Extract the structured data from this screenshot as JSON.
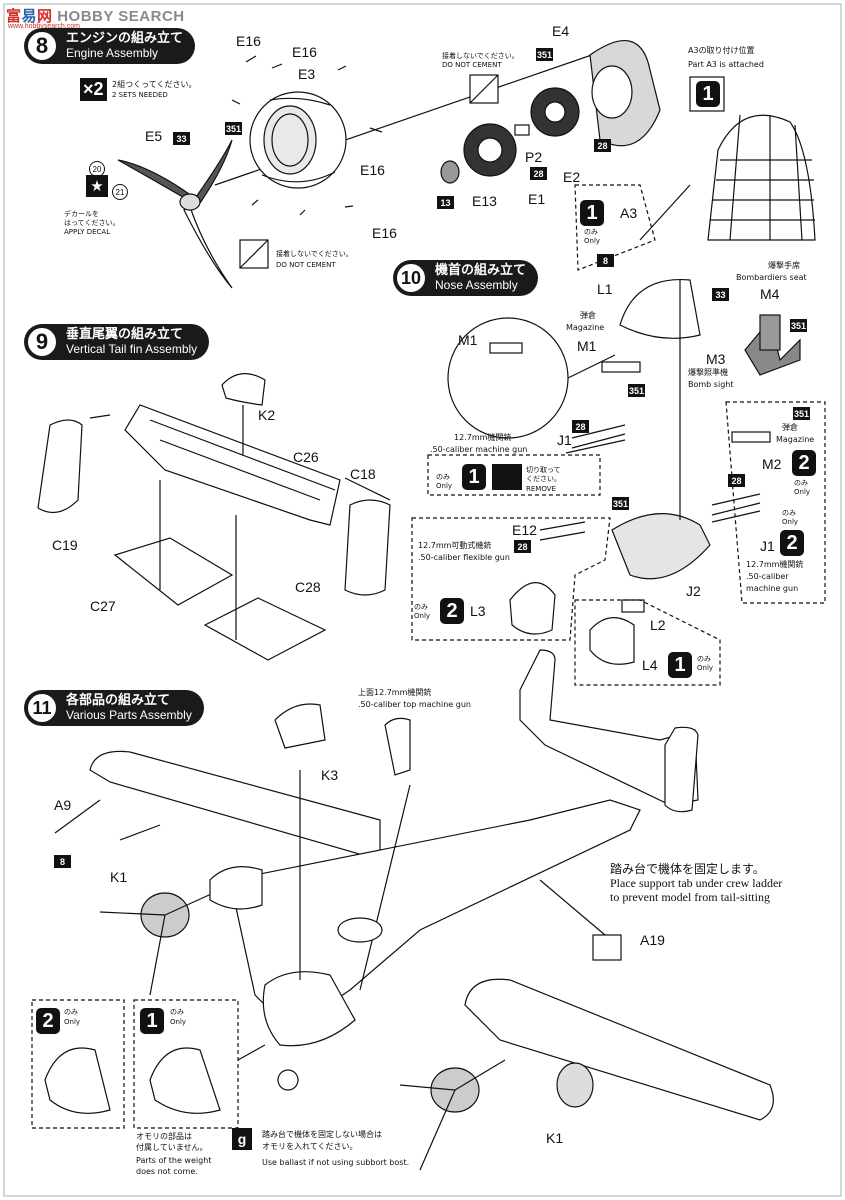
{
  "watermark": {
    "part1": "富",
    "part2": "易",
    "part3": "网",
    "part4": "HOBBY SEARCH",
    "sub": "www.hobbysearch.com"
  },
  "step8": {
    "num": "8",
    "title_jp": "エンジンの組み立て",
    "title_en": "Engine Assembly",
    "x2": "×2",
    "sets_jp": "2組つくってください。",
    "sets_en": "2 SETS NEEDED",
    "decal_jp1": "デカールを",
    "decal_jp2": "はってください。",
    "decal_en": "APPLY DECAL",
    "nocement_jp": "接着しないでください。",
    "nocement_en": "DO NOT CEMENT"
  },
  "step9": {
    "num": "9",
    "title_jp": "垂直尾翼の組み立て",
    "title_en": "Vertical Tail fin Assembly"
  },
  "step10": {
    "num": "10",
    "title_jp": "機首の組み立て",
    "title_en": "Nose Assembly",
    "a3_jp": "A3の取り付け位置",
    "a3_en": "Part A3 is attached",
    "only_jp": "のみ",
    "only_en": "Only",
    "bomb_seat_jp": "爆撃手席",
    "bomb_seat_en": "Bombardiers seat",
    "bomb_sight_jp": "爆撃照準機",
    "bomb_sight_en": "Bomb sight",
    "magazine_jp": "弾倉",
    "magazine_en": "Magazine",
    "mg_jp": "12.7mm機関銃",
    "mg_en": ".50-caliber machine gun",
    "mg_en_a": ".50-caliber",
    "mg_en_b": "machine gun",
    "flex_jp": "12.7mm可動式機銃",
    "flex_en": ".50-caliber flexible gun",
    "remove_jp1": "切り取って",
    "remove_jp2": "ください。",
    "remove_en": "REMOVE"
  },
  "step11": {
    "num": "11",
    "title_jp": "各部品の組み立て",
    "title_en": "Various Parts Assembly",
    "top_gun_jp": "上面12.7mm機関銃",
    "top_gun_en": ".50-caliber top machine  gun",
    "support_jp": "踏み台で機体を固定します。",
    "support_en1": "Place support tab under crew ladder",
    "support_en2": "to prevent model from tail-sitting",
    "weight_jp1": "オモリの部品は",
    "weight_jp2": "付属していません。",
    "weight_en1": "Parts of the weight",
    "weight_en2": "does not come.",
    "ballast_num": "g",
    "ballast_jp1": "踏み台で機体を固定しない場合は",
    "ballast_jp2": "オモリを入れてください。",
    "ballast_en": "Use ballast if not using subbort bost."
  },
  "labels": {
    "E16a": "E16",
    "E16b": "E16",
    "E16c": "E16",
    "E16d": "E16",
    "E3": "E3",
    "E4": "E4",
    "E5": "E5",
    "P2": "P2",
    "E2": "E2",
    "E1": "E1",
    "E13": "E13",
    "K2": "K2",
    "C26": "C26",
    "C18": "C18",
    "C19": "C19",
    "C27": "C27",
    "C28": "C28",
    "A3": "A3",
    "L1": "L1",
    "M4": "M4",
    "M3": "M3",
    "M1a": "M1",
    "M1b": "M1",
    "J1a": "J1",
    "J1b": "J1",
    "M2": "M2",
    "E12": "E12",
    "L3": "L3",
    "L2": "L2",
    "L4": "L4",
    "J2": "J2",
    "A9": "A9",
    "K1a": "K1",
    "K1b": "K1",
    "K3": "K3",
    "A19": "A19"
  },
  "colors": {
    "k": "33",
    "c351": "351",
    "c28": "28",
    "c13": "13",
    "c8": "8",
    "c20": "20",
    "c21": "21"
  },
  "option_nums": {
    "one": "1",
    "two": "2"
  }
}
